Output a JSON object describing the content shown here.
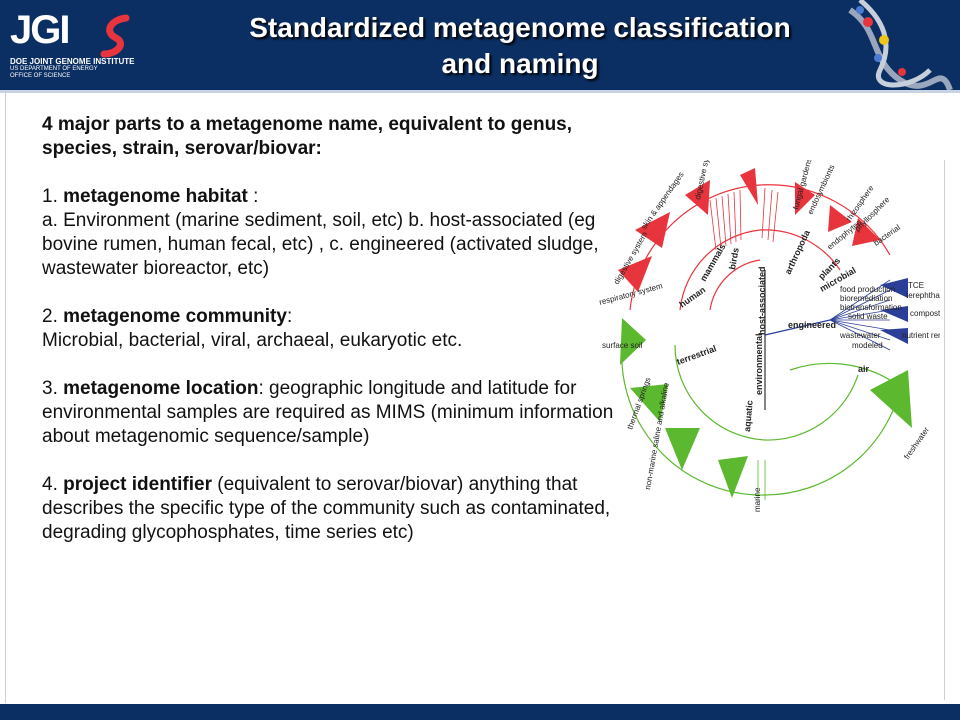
{
  "header": {
    "logo_text": "JGI",
    "logo_subtitle_1": "DOE JOINT GENOME INSTITUTE",
    "logo_subtitle_2": "US DEPARTMENT OF ENERGY",
    "logo_subtitle_3": "OFFICE OF SCIENCE",
    "title_line1": "Standardized metagenome classification",
    "title_line2": "and naming"
  },
  "body": {
    "intro": "4 major parts to a metagenome name, equivalent to genus, species, strain, serovar/biovar:",
    "item1_prefix": "1. ",
    "item1_bold": "metagenome habitat",
    "item1_suffix": " :",
    "item1_text": "a. Environment (marine sediment, soil, etc) b. host-associated (eg bovine rumen, human fecal, etc) , c. engineered (activated sludge, wastewater bioreactor, etc)",
    "item2_prefix": "2. ",
    "item2_bold": "metagenome community",
    "item2_suffix": ":",
    "item2_text": "Microbial, bacterial, viral, archaeal, eukaryotic etc.",
    "item3_prefix": "3. ",
    "item3_bold": "metagenome location",
    "item3_text": ": geographic longitude and latitude for  environmental samples are required as MIMS (minimum information about metagenomic sequence/sample)",
    "item4_prefix": "4. ",
    "item4_bold": "project identifier",
    "item4_text": " (equivalent to serovar/biovar) anything that describes the specific type of the community such as contaminated, degrading glycophosphates, time series etc)"
  },
  "diagram": {
    "labels": {
      "host_associated": "host-associated",
      "environmental": "environmental",
      "engineered": "engineered",
      "arthropoda": "arthropoda",
      "birds": "birds",
      "mammals": "mammals",
      "human": "human",
      "plants": "plants",
      "microbial": "microbial",
      "terrestrial": "terrestrial",
      "aquatic": "aquatic",
      "air": "air",
      "digestive_system": "digestive system",
      "skin": "skin & appendages",
      "respiratory": "respiratory system",
      "surface_soil": "surface soil",
      "thermal_springs": "thermal springs",
      "non_marine": "non-marine saline and alkaline",
      "marine": "marine",
      "freshwater": "freshwater",
      "tce": "TCE",
      "terephthalate": "terephthalate",
      "compost": "compost",
      "nutrient_removal": "nutrient removal",
      "food_production": "food production",
      "bioremediation": "bioremediation",
      "biotransformation": "biotransformation",
      "solid_waste": "solid waste",
      "wastewater": "wastewater",
      "modeled": "modeled",
      "bacterial": "bacterial",
      "rhizosphere": "rhizosphere",
      "phyllosphere": "phyllosphere",
      "endosymbionts": "endosymbionts",
      "fungal_gardens": "fungal gardens & galleries",
      "digestive_system_2": "digestive system",
      "endophytes": "endophytes"
    },
    "colors": {
      "host": "#e8343c",
      "environmental": "#5cb82e",
      "engineered": "#2c3f98"
    }
  }
}
